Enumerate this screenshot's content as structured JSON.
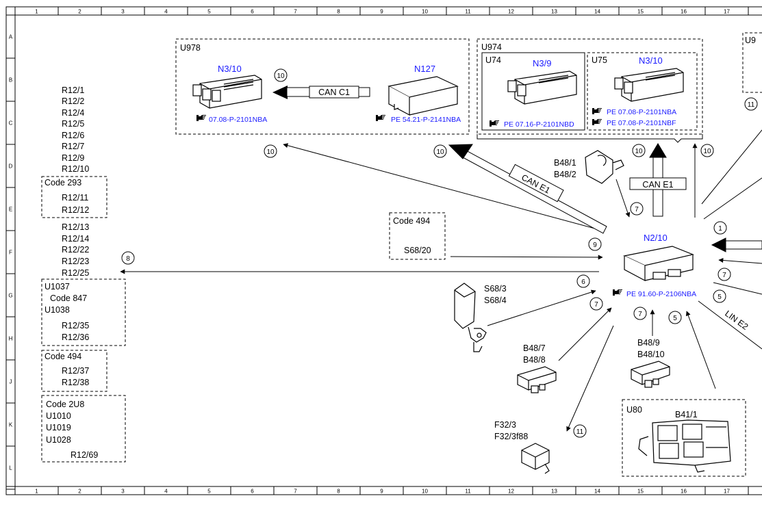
{
  "grid": {
    "columns": [
      "1",
      "2",
      "3",
      "4",
      "5",
      "6",
      "7",
      "8",
      "9",
      "10",
      "11",
      "12",
      "13",
      "14",
      "15",
      "16",
      "17"
    ],
    "rows": [
      "A",
      "B",
      "C",
      "D",
      "E",
      "F",
      "G",
      "H",
      "J",
      "K",
      "L"
    ]
  },
  "left_list": {
    "top_items": [
      "R12/1",
      "R12/2",
      "R12/4",
      "R12/5",
      "R12/6",
      "R12/7",
      "R12/9",
      "R12/10"
    ],
    "code293": {
      "label": "Code 293",
      "items": [
        "R12/11",
        "R12/12"
      ]
    },
    "mid_items": [
      "R12/13",
      "R12/14",
      "R12/22",
      "R12/23",
      "R12/25"
    ],
    "u1037": {
      "labels": [
        "U1037",
        "Code 847",
        "U1038"
      ],
      "items": [
        "R12/35",
        "R12/36"
      ]
    },
    "code494": {
      "label": "Code 494",
      "items": [
        "R12/37",
        "R12/38"
      ]
    },
    "code2u8": {
      "labels": [
        "Code 2U8",
        "U1010",
        "U1019",
        "U1028"
      ],
      "items": [
        "R12/69"
      ]
    }
  },
  "u978": {
    "label": "U978",
    "n3_10": "N3/10",
    "n3_10_ref": "07.08-P-2101NBA",
    "n127": "N127",
    "n127_ref": "PE 54.21-P-2141NBA",
    "bus": "CAN C1",
    "circle": "10"
  },
  "u974": {
    "label": "U974",
    "u74": "U74",
    "n3_9": "N3/9",
    "n3_9_ref": "PE 07.16-P-2101NBD",
    "u75": "U75",
    "n3_10": "N3/10",
    "n3_10_ref1": "PE 07.08-P-2101NBA",
    "n3_10_ref2": "PE 07.08-P-2101NBF",
    "u9_partial": "U9"
  },
  "center": {
    "label": "N2/10",
    "ref": "PE 91.60-P-2106NBA",
    "can_e1": "CAN E1",
    "lin_e2": "LIN E2"
  },
  "components": {
    "b48_1": "B48/1",
    "b48_2": "B48/2",
    "code494_box": "Code 494",
    "s68_20": "S68/20",
    "s68_3": "S68/3",
    "s68_4": "S68/4",
    "b48_7": "B48/7",
    "b48_8": "B48/8",
    "b48_9": "B48/9",
    "b48_10": "B48/10",
    "f32_3": "F32/3",
    "f32_3f88": "F32/3f88",
    "u80": "U80",
    "b41_1": "B41/1"
  },
  "circles": {
    "c10a": "10",
    "c10b": "10",
    "c10c": "10",
    "c10d": "10",
    "c7a": "7",
    "c7b": "7",
    "c7c": "7",
    "c7d": "7",
    "c1": "1",
    "c5a": "5",
    "c5b": "5",
    "c6": "6",
    "c8": "8",
    "c9": "9",
    "c11a": "11",
    "c11b": "11"
  },
  "colors": {
    "line": "#000000",
    "ref_blue": "#1a1aff",
    "bg": "#ffffff"
  },
  "icons": [
    "hand-pointer-icon",
    "control-unit-icon",
    "sensor-icon",
    "seat-belt-buckle-icon",
    "seat-mat-icon",
    "fuse-icon"
  ]
}
